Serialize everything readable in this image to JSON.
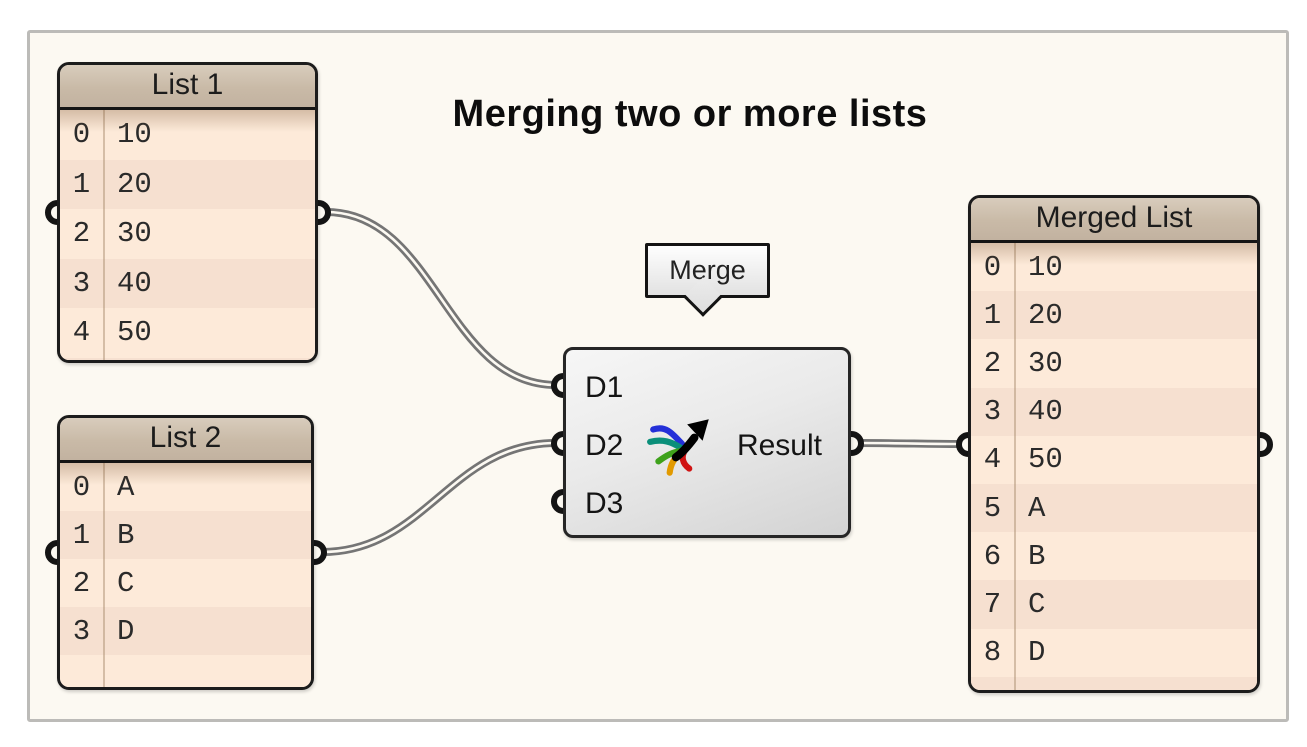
{
  "title": "Merging two or more lists",
  "panels": {
    "list1": {
      "header": "List 1",
      "rows": [
        [
          "0",
          "10"
        ],
        [
          "1",
          "20"
        ],
        [
          "2",
          "30"
        ],
        [
          "3",
          "40"
        ],
        [
          "4",
          "50"
        ]
      ]
    },
    "list2": {
      "header": "List 2",
      "rows": [
        [
          "0",
          "A"
        ],
        [
          "1",
          "B"
        ],
        [
          "2",
          "C"
        ],
        [
          "3",
          "D"
        ]
      ]
    },
    "merged": {
      "header": "Merged List",
      "rows": [
        [
          "0",
          "10"
        ],
        [
          "1",
          "20"
        ],
        [
          "2",
          "30"
        ],
        [
          "3",
          "40"
        ],
        [
          "4",
          "50"
        ],
        [
          "5",
          "A"
        ],
        [
          "6",
          "B"
        ],
        [
          "7",
          "C"
        ],
        [
          "8",
          "D"
        ]
      ]
    }
  },
  "component": {
    "tooltip": "Merge",
    "inputs": [
      "D1",
      "D2",
      "D3"
    ],
    "output": "Result",
    "icon": "merge-arrows-icon",
    "icon_colors": [
      "#2430d8",
      "#0b8f7a",
      "#3fa21c",
      "#e29a00",
      "#d01313",
      "#000000"
    ]
  },
  "connections": [
    {
      "from": "List 1",
      "to": "D1"
    },
    {
      "from": "List 2",
      "to": "D2"
    },
    {
      "from": "Result",
      "to": "Merged List"
    }
  ],
  "colors": {
    "canvas": "#fcf9f2",
    "frame_border": "#bcbbb8",
    "panel_header": "#c9baa7",
    "row_light": "#fdead9",
    "row_dark": "#f6e0d0",
    "wire": "#757575",
    "component_fill": "#e4e4e4"
  }
}
